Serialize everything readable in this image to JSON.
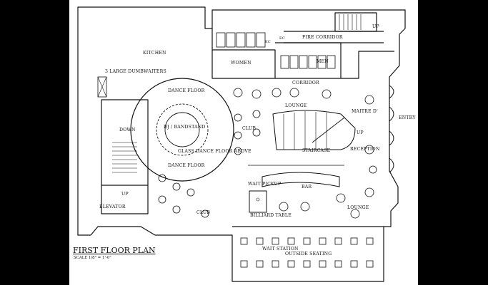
{
  "plan": {
    "title": "FIRST FLOOR PLAN",
    "scale": "SCALE 1/8\" = 1'-0\"",
    "rooms": {
      "kitchen": "KITCHEN",
      "dumbwaiters": "3 LARGE DUMBWAITERS",
      "fire_corridor": "FIRE CORRIDOR",
      "women": "WOMEN",
      "men": "MEN",
      "corridor": "CORRIDOR",
      "dance_floor_top": "DANCE FLOOR",
      "dj_bandstand": "DJ / BANDSTAND",
      "glass_dance_floor": "GLASS DANCE FLOOR ABOVE",
      "dance_floor_bottom": "DANCE FLOOR",
      "lounge_top": "LOUNGE",
      "maitre_d": "MAITRE D'",
      "entry": "ENTRY",
      "club_top": "CLUB",
      "staircase": "STAIRCASE",
      "reception": "RECEPTION",
      "wait_pickup": "WAIT PICKUP",
      "bar": "BAR",
      "lounge_bottom": "LOUNGE",
      "club_bottom": "CLUB",
      "billiard_table": "BILLIARD TABLE",
      "elevator": "ELEVATOR",
      "wait_station": "WAIT STATION",
      "outside_seating": "OUTSIDE SEATING",
      "down": "DOWN",
      "up_left": "UP",
      "up_top": "UP",
      "up_stair": "UP",
      "ec_1": "EC",
      "ec_2": "EC"
    }
  }
}
